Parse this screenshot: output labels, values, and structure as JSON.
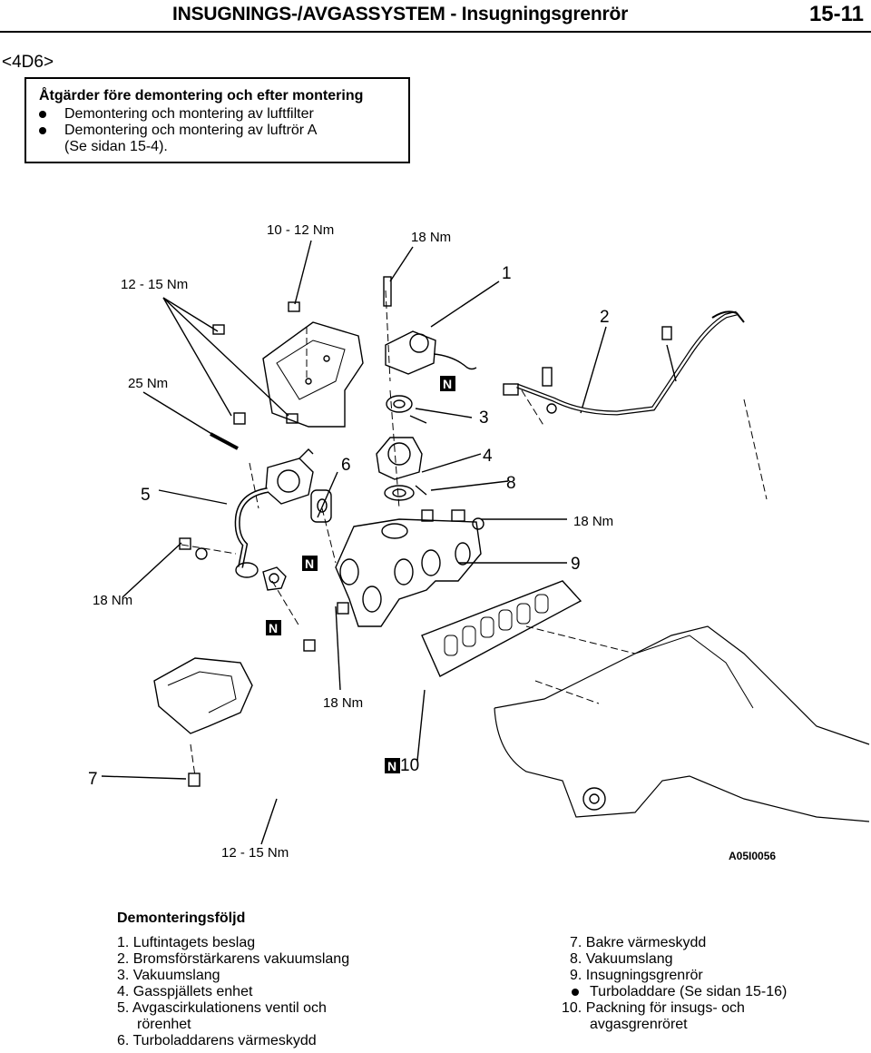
{
  "header": {
    "section_title": "INSUGNINGS-/AVGASSYSTEM  -  Insugningsgrenrör",
    "page_number": "15-11"
  },
  "engine_code": "<4D6>",
  "notice": {
    "title": "Åtgärder före demontering och efter montering",
    "items": [
      "Demontering och montering av luftfilter",
      "Demontering och montering av luftrör A",
      "(Se sidan 15-4)."
    ]
  },
  "diagram": {
    "torque_labels": {
      "t1": "10 - 12 Nm",
      "t2": "18 Nm",
      "t3": "12 - 15 Nm",
      "t4": "25 Nm",
      "t5": "18 Nm",
      "t6": "18 Nm",
      "t7": "18 Nm",
      "t8": "12 - 15 Nm"
    },
    "part_numbers": [
      "1",
      "2",
      "3",
      "4",
      "5",
      "6",
      "7",
      "8",
      "9",
      "10"
    ],
    "new_part_marker": "N",
    "figure_code": "A05I0056"
  },
  "removal": {
    "title": "Demonteringsföljd",
    "left": [
      "1. Luftintagets beslag",
      "2. Bromsförstärkarens vakuumslang",
      "3. Vakuumslang",
      "4. Gasspjällets enhet",
      "5. Avgascirkulationens ventil och",
      "rörenhet",
      "6. Turboladdarens värmeskydd"
    ],
    "right": [
      "7. Bakre värmeskydd",
      "8. Vakuumslang",
      "9. Insugningsgrenrör",
      "Turboladdare (Se sidan 15-16)",
      "10. Packning för insugs- och",
      "avgasgrenröret"
    ]
  }
}
